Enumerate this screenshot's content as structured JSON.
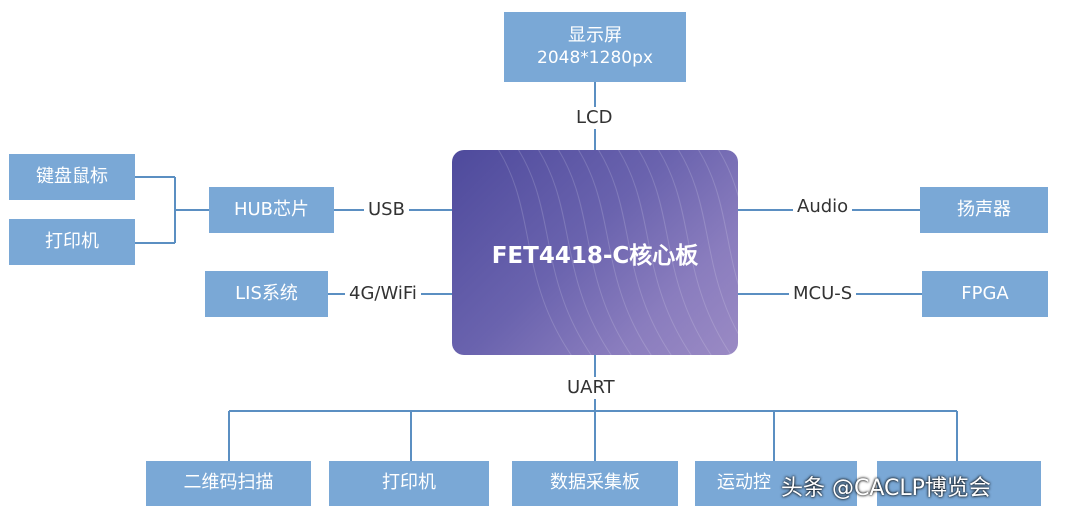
{
  "core_board": "FET4418-C核心板",
  "display": {
    "title": "显示屏",
    "resolution": "2048*1280px"
  },
  "interfaces": {
    "lcd": "LCD",
    "usb": "USB",
    "wifi": "4G/WiFi",
    "audio": "Audio",
    "mcu": "MCU-S",
    "uart": "UART"
  },
  "left_nodes": {
    "hub": "HUB芯片",
    "keyboard_mouse": "键盘鼠标",
    "printer": "打印机",
    "lis": "LIS系统"
  },
  "right_nodes": {
    "speaker": "扬声器",
    "fpga": "FPGA"
  },
  "bottom_nodes": [
    "二维码扫描",
    "打印机",
    "数据采集板",
    "运动控",
    ""
  ],
  "watermark": "头条 @CACLP博览会",
  "colors": {
    "box_fill": "#7aa8d6",
    "line": "#5b8fc2",
    "core_gradient_start": "#4e4a9c",
    "core_gradient_end": "#9a8ac4"
  }
}
